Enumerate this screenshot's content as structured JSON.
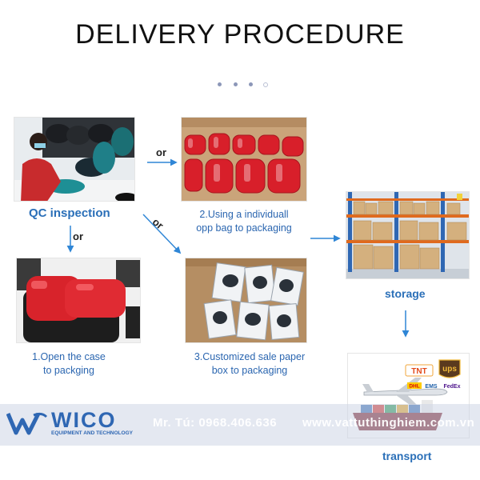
{
  "title": "DELIVERY PROCEDURE",
  "steps": {
    "qc": "QC inspection",
    "opp_line1": "2.Using a individuall",
    "opp_line2": "opp bag to packaging",
    "open_line1": "1.Open the case",
    "open_line2": "to packging",
    "box_line1": "3.Customized sale paper",
    "box_line2": "box to packaging",
    "storage": "storage",
    "transport": "transport"
  },
  "connectors": {
    "or1": "or",
    "or2": "or",
    "or3": "or"
  },
  "carriers": {
    "tnt": "TNT",
    "ups": "ups",
    "dhl": "DHL",
    "ems": "EMS",
    "fedex": "FedEx"
  },
  "watermark": {
    "logo": "WICO",
    "tagline": "EQUIPMENT AND TECHNOLOGY",
    "phone": "Mr. Tú: 0968.406.636",
    "site": "www.vattuthinghiem.com.vn"
  },
  "colors": {
    "accent": "#2a6fb8",
    "arrow": "#2f86d6",
    "red": "#d81f2a"
  }
}
